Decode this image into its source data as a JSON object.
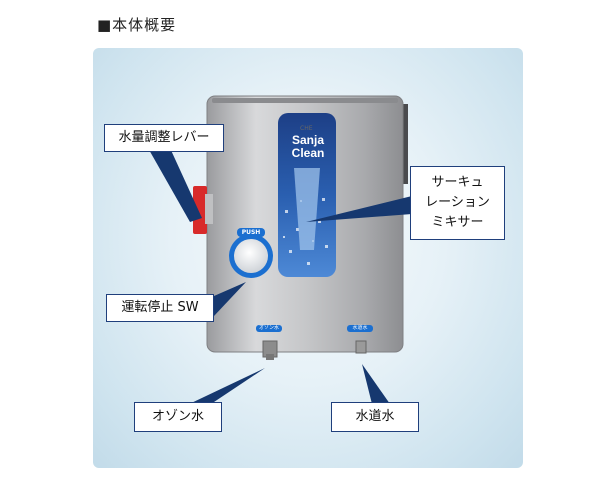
{
  "heading": "■本体概要",
  "labels": {
    "lever": "水量調整レバー",
    "mixer": "サーキュ\nレーション\nミキサー",
    "switch": "運転停止 SW",
    "ozone": "オゾン水",
    "tap": "水道水"
  },
  "device": {
    "brand_name": "Sanja\nClean",
    "small_logo": "CHE",
    "button_text": "PUSH",
    "ozone_tag": "オゾン水",
    "tap_tag": "水道水"
  },
  "colors": {
    "label_border": "#1f3f7c",
    "arrow": "#16386f",
    "device_body": "#b8b8ba",
    "lever_red": "#d82a2a"
  }
}
